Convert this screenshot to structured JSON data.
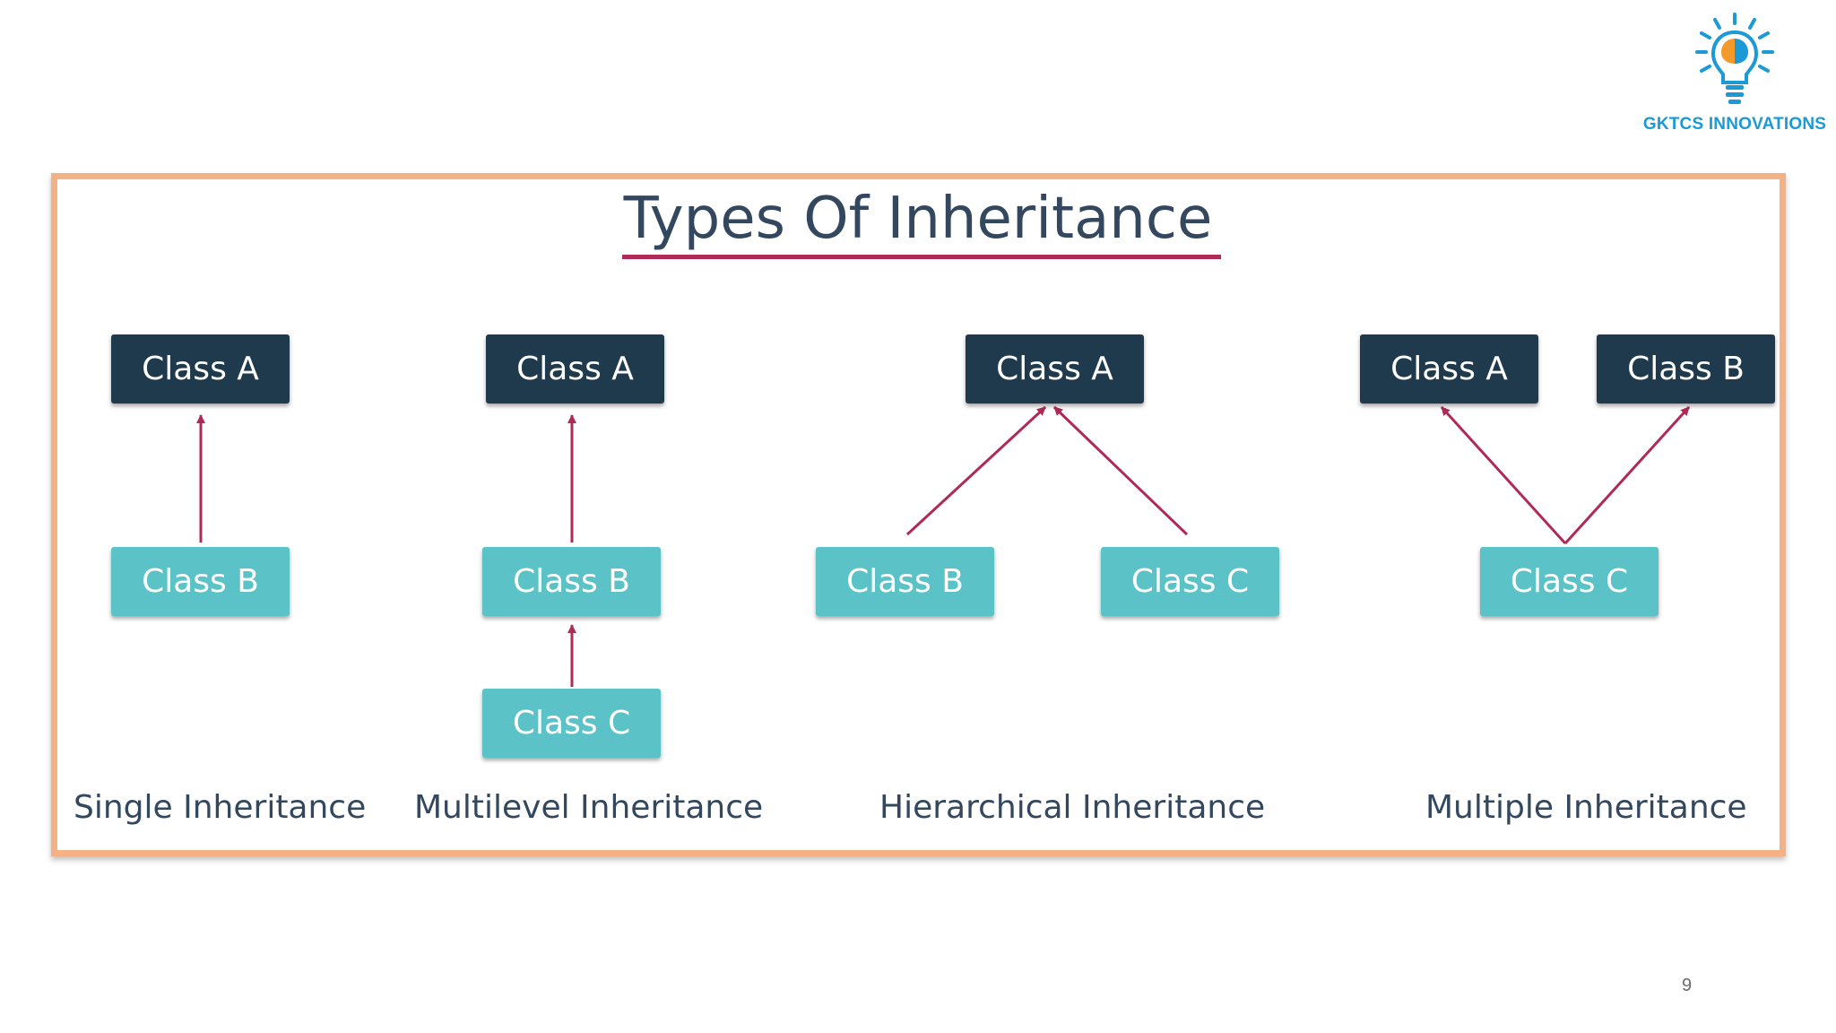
{
  "logo": {
    "text": "GKTCS INNOVATIONS",
    "icon": "lightbulb-brain-icon",
    "color": "#1b9ad6"
  },
  "title": "Types Of Inheritance",
  "colors": {
    "frame": "#f4b183",
    "title_rule": "#b02a56",
    "arrow": "#b02a56",
    "dark_box": "#1f3a4d",
    "teal_box": "#5bc3c8"
  },
  "diagrams": {
    "single": {
      "caption": "Single Inheritance",
      "class_a": "Class A",
      "class_b": "Class B"
    },
    "multilevel": {
      "caption": "Multilevel Inheritance",
      "class_a": "Class A",
      "class_b": "Class B",
      "class_c": "Class C"
    },
    "hierarchical": {
      "caption": "Hierarchical Inheritance",
      "class_a": "Class A",
      "class_b": "Class B",
      "class_c": "Class C"
    },
    "multiple": {
      "caption": "Multiple Inheritance",
      "class_a": "Class A",
      "class_b": "Class B",
      "class_c": "Class C"
    }
  },
  "page_number": "9"
}
